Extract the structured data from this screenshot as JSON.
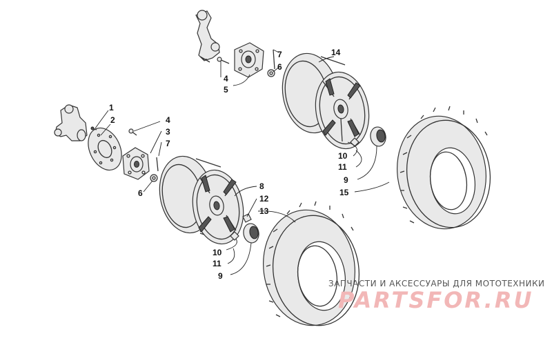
{
  "diagram": {
    "callouts": {
      "c1": "1",
      "c2": "2",
      "c3": "3",
      "c4a": "4",
      "c4b": "4",
      "c5": "5",
      "c6a": "6",
      "c6b": "6",
      "c7a": "7",
      "c7b": "7",
      "c8": "8",
      "c9a": "9",
      "c9b": "9",
      "c10a": "10",
      "c10b": "10",
      "c11a": "11",
      "c11b": "11",
      "c12": "12",
      "c13": "13",
      "c14": "14",
      "c15": "15"
    }
  },
  "watermark": {
    "caption": "ЗАПЧАСТИ И АКСЕССУАРЫ ДЛЯ МОТОТЕХНИКИ",
    "logo": "PARTSFOR.RU"
  }
}
